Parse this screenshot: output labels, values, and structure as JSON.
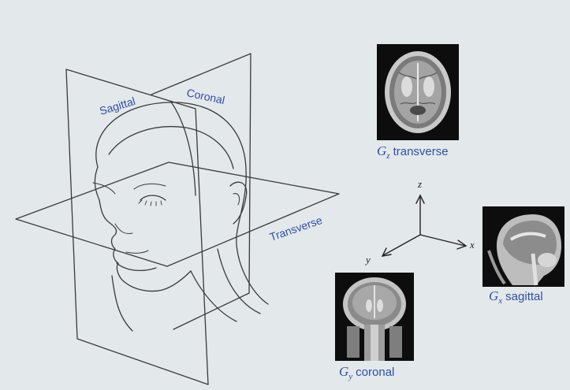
{
  "planes": {
    "sagittal": "Sagittal",
    "coronal": "Coronal",
    "transverse": "Transverse"
  },
  "axes": {
    "z": "z",
    "x": "x",
    "y": "y"
  },
  "scans": {
    "transverse": {
      "gradient": "G",
      "subscript": "z",
      "label": "transverse"
    },
    "sagittal": {
      "gradient": "G",
      "subscript": "x",
      "label": "sagittal"
    },
    "coronal": {
      "gradient": "G",
      "subscript": "y",
      "label": "coronal"
    }
  },
  "colors": {
    "label_blue": "#2f4fa8",
    "background": "#e3e8ea",
    "line": "#3a3a3a"
  }
}
